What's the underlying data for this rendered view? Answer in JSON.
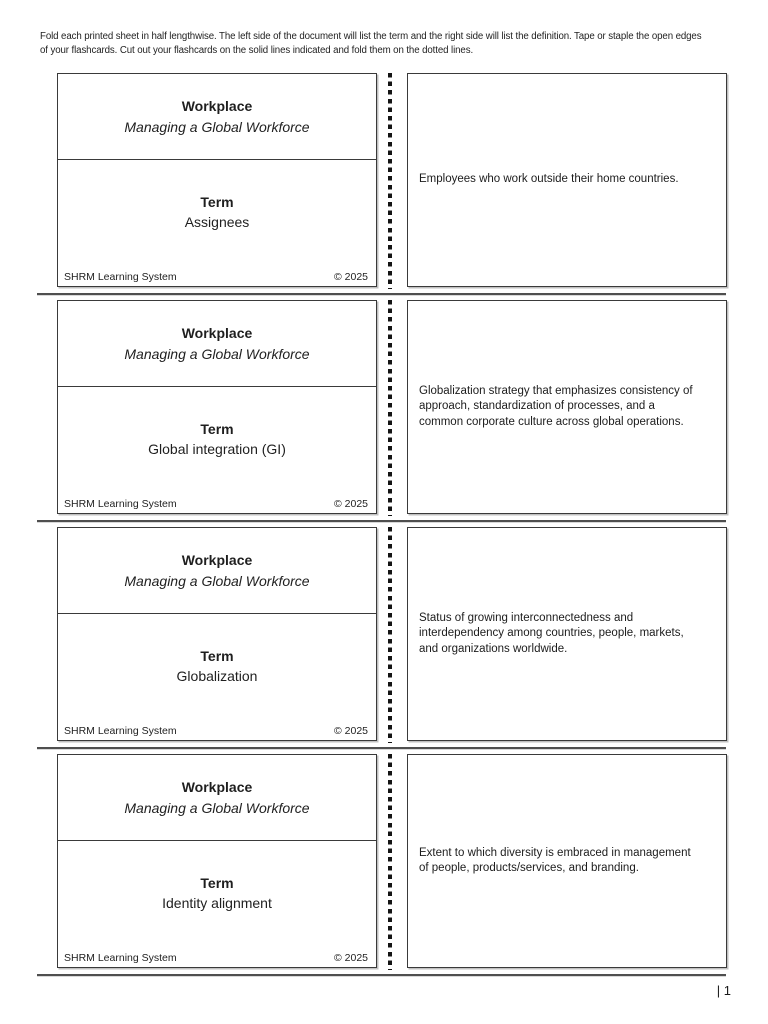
{
  "page": {
    "instructions": "Fold each printed sheet in half lengthwise. The left side of the document will list the term and the right side will list the definition. Tape or staple the open edges\nof your flashcards. Cut out your flashcards on the solid lines indicated and fold them on the dotted lines.",
    "page_number": "| 1"
  },
  "cards": [
    {
      "category": "Workplace",
      "module": "Managing a Global Workforce",
      "term_label": "Term",
      "term": "Assignees",
      "definition": "Employees who work outside their home countries.",
      "brand": "SHRM Learning System",
      "copyright": "© 2025"
    },
    {
      "category": "Workplace",
      "module": "Managing a Global Workforce",
      "term_label": "Term",
      "term": "Global integration (GI)",
      "definition": "Globalization strategy that emphasizes consistency of\napproach, standardization of processes, and a\ncommon corporate culture across global operations.",
      "brand": "SHRM Learning System",
      "copyright": "© 2025"
    },
    {
      "category": "Workplace",
      "module": "Managing a Global Workforce",
      "term_label": "Term",
      "term": "Globalization",
      "definition": "Status of growing interconnectedness and\ninterdependency among countries, people, markets,\nand organizations worldwide.",
      "brand": "SHRM Learning System",
      "copyright": "© 2025"
    },
    {
      "category": "Workplace",
      "module": "Managing a Global Workforce",
      "term_label": "Term",
      "term": "Identity alignment",
      "definition": "Extent to which diversity is embraced in management\nof people, products/services, and branding.",
      "brand": "SHRM Learning System",
      "copyright": "© 2025"
    }
  ]
}
